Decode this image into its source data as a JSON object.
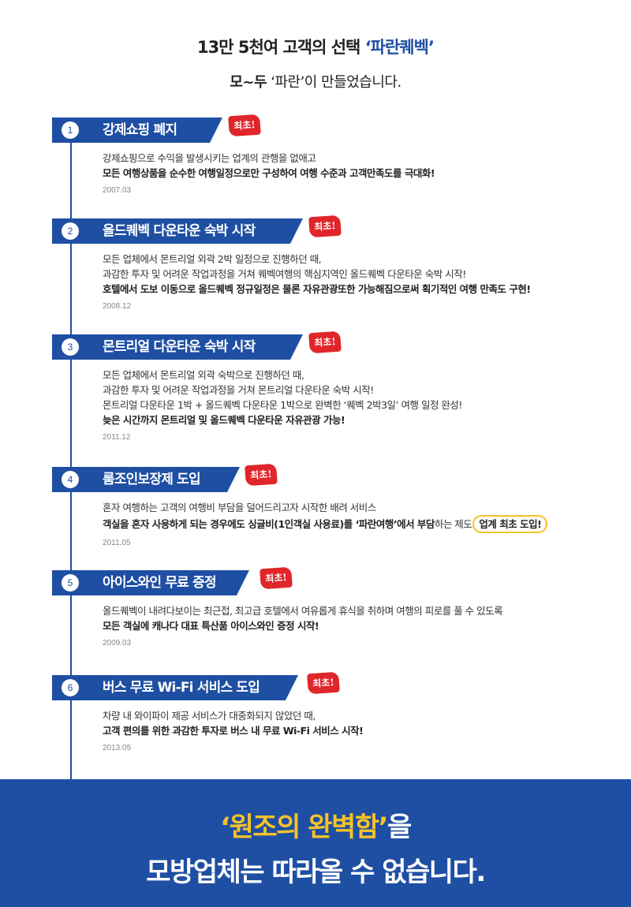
{
  "header": {
    "line1_prefix": "13만 5천여 고객의 선택 ",
    "line1_brand": "‘파란퀘벡’",
    "line2_bold": "모~두",
    "line2_rest": " ‘파란’이 만들었습니다."
  },
  "stamp_label": "최초!",
  "items": [
    {
      "number": "1",
      "title": "강제쇼핑 폐지",
      "lines": [
        "강제쇼핑으로 수익을 발생시키는 업계의 관행을 없애고"
      ],
      "bold": "모든 여행상품을 순수한 여행일정으로만 구성하여 여행 수준과 고객만족도를 극대화!",
      "date": "2007.03"
    },
    {
      "number": "2",
      "title": "올드퀘벡 다운타운 숙박 시작",
      "lines": [
        "모든 업체에서 몬트리얼 외곽 2박 일정으로 진행하던 때,",
        "과감한 투자 및 어려운 작업과정을 거쳐 퀘벡여행의 핵심지역인 올드퀘벡 다운타운 숙박 시작!"
      ],
      "bold": "호텔에서 도보 이동으로 올드퀘벡 정규일정은 물론 자유관광또한 가능해짐으로써 획기적인 여행 만족도 구현!",
      "date": "2008.12"
    },
    {
      "number": "3",
      "title": "몬트리얼 다운타운 숙박 시작",
      "lines": [
        "모든 업체에서 몬트리얼 외곽 숙박으로 진행하던 때,",
        "과감한 투자 및 어려운 작업과정을 거쳐 몬트리얼 다운타운 숙박 시작!",
        "몬트리얼 다운타운 1박 + 올드퀘벡 다운타운 1박으로 완벽한 ‘퀘벡 2박3일’ 여행 일정 완성!"
      ],
      "bold": "늦은 시간까지 몬트리얼 및 올드퀘벡 다운타운 자유관광 가능!",
      "date": "2011.12"
    },
    {
      "number": "4",
      "title": "룸조인보장제 도입",
      "lines": [
        "혼자 여행하는 고객의 여행비 부담을 덜어드리고자 시작한 배려 서비스"
      ],
      "bold": "객실을 혼자 사용하게 되는 경우에도 싱글비(1인객실 사용료)를 ‘파란여행’에서 부담",
      "bold_after": "하는 제도.",
      "highlight": "업계 최초 도입!",
      "date": "2011.05"
    },
    {
      "number": "5",
      "title": "아이스와인 무료 증정",
      "lines": [
        "올드퀘벡이 내려다보이는 최근접, 최고급 호텔에서 여유롭게 휴식을 취하며 여행의 피로를 풀 수 있도록"
      ],
      "bold": "모든 객실에 캐나다 대표 특산품 아이스와인 증정 시작!",
      "date": "2009.03"
    },
    {
      "number": "6",
      "title": "버스 무료 Wi-Fi 서비스 도입",
      "lines": [
        "차량 내 와이파이 제공 서비스가 대중화되지 않았던 때,"
      ],
      "bold": "고객 편의를 위한 과감한 투자로 버스 내 무료 Wi-Fi 서비스 시작!",
      "date": "2013.05"
    }
  ],
  "footer": {
    "line1_accent": "‘원조의 완벽함’",
    "line1_rest": "을",
    "line2": "모방업체는 따라올 수 없습니다."
  },
  "colors": {
    "brand_blue": "#1e4fa3",
    "stamp_red": "#e0262b",
    "highlight_yellow": "#f3c12b",
    "footer_accent": "#f6c229"
  }
}
